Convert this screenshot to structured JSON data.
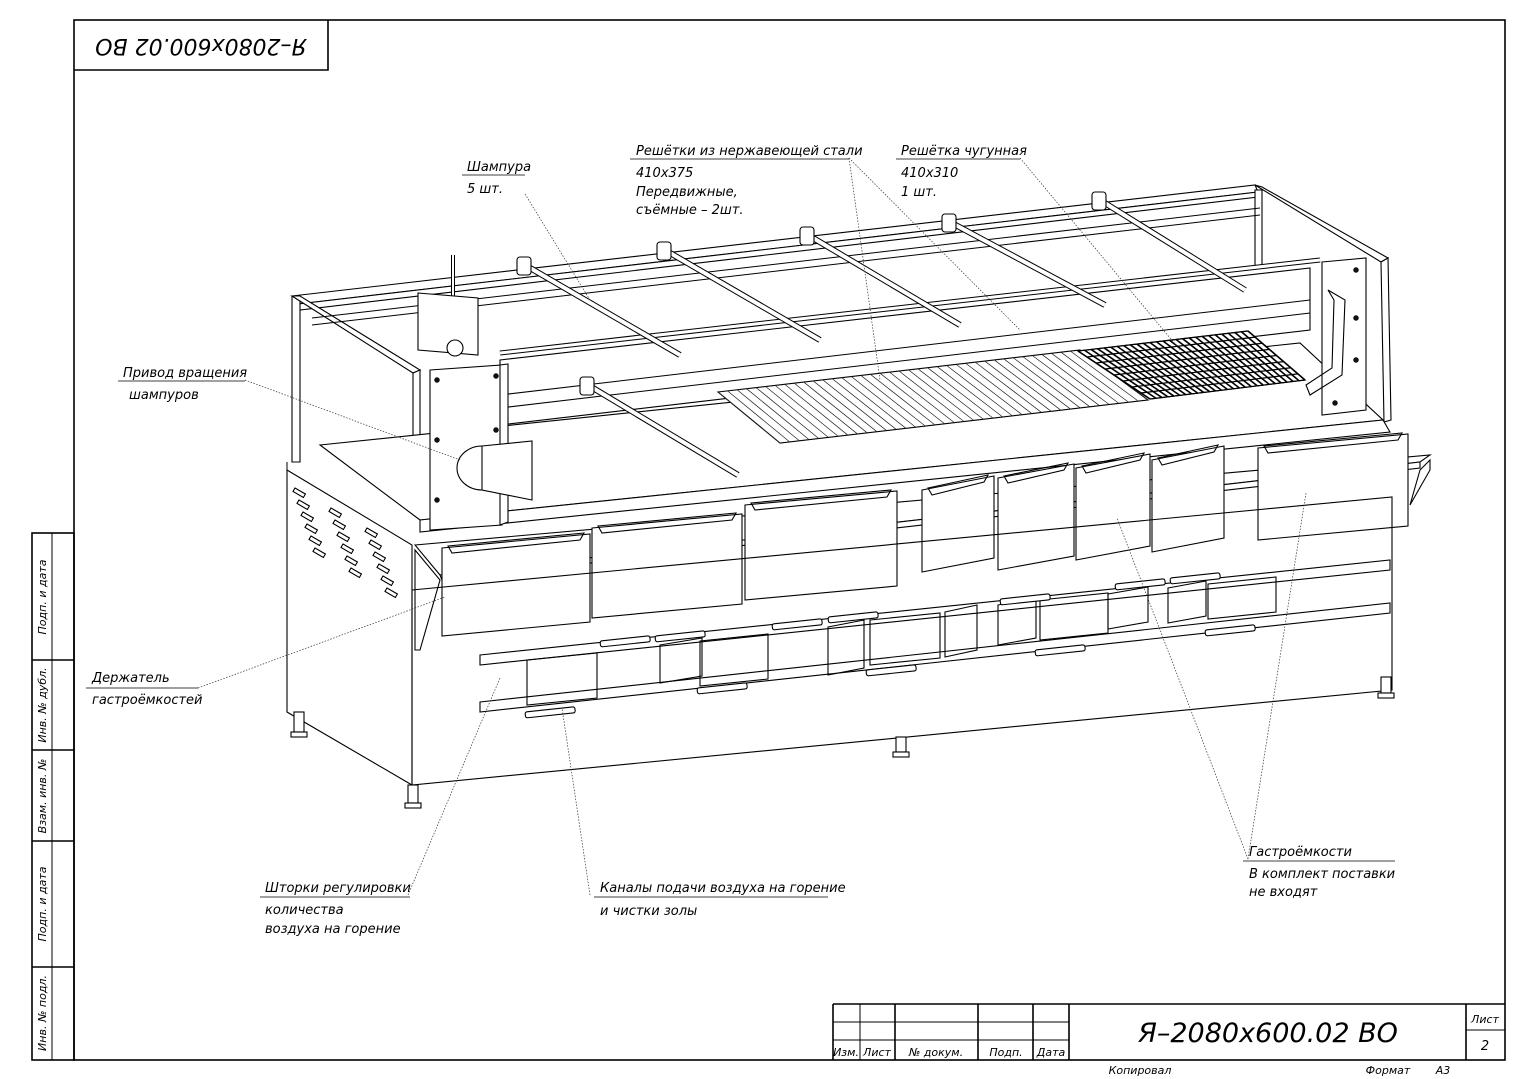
{
  "drawing": {
    "code": "Я–2080х600.02 ВО",
    "code_mirrored": "Я–2080х600.02 ВО"
  },
  "callouts": {
    "skewers": {
      "title": "Шампура",
      "line2": "5 шт."
    },
    "steel_grates": {
      "title": "Решётки из нержавеющей стали",
      "line2": "410х375",
      "line3": "Передвижные,",
      "line4": "съёмные – 2шт."
    },
    "cast_grate": {
      "title": "Решётка чугунная",
      "line2": "410х310",
      "line3": "1 шт."
    },
    "drive": {
      "title": "Привод вращения",
      "line2": "шампуров"
    },
    "holder": {
      "title": "Держатель",
      "line2": "гастроёмкостей"
    },
    "shutters": {
      "title": "Шторки регулировки",
      "line2": "количества",
      "line3": "воздуха на горение"
    },
    "channels": {
      "title": "Каналы подачи воздуха на горение",
      "line2": "и чистки золы"
    },
    "gastro": {
      "title": "Гастроёмкости",
      "line2": "В комплект поставки",
      "line3": "не входят"
    }
  },
  "side_stamp": {
    "cells": [
      "Подп. и дата",
      "Инв. № дубл.",
      "Взам. инв. №",
      "Подп. и дата",
      "Инв. № подл."
    ]
  },
  "title_block": {
    "headers": [
      "Изм.",
      "Лист",
      "№ докум.",
      "Подп.",
      "Дата"
    ],
    "sheet_label": "Лист",
    "sheet_number": "2",
    "copied_label": "Копировал",
    "format_label": "Формат",
    "format_value": "А3"
  }
}
